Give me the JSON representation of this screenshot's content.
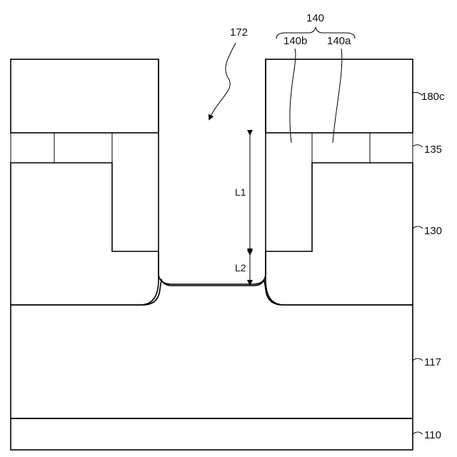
{
  "labels": {
    "trench": "172",
    "liner_group": "140",
    "liner_inner": "140b",
    "liner_outer": "140a",
    "top_layer": "180c",
    "cap_layer": "135",
    "body_layer": "130",
    "lower_layer": "117",
    "substrate": "110",
    "dim_upper": "L1",
    "dim_lower": "L2"
  }
}
